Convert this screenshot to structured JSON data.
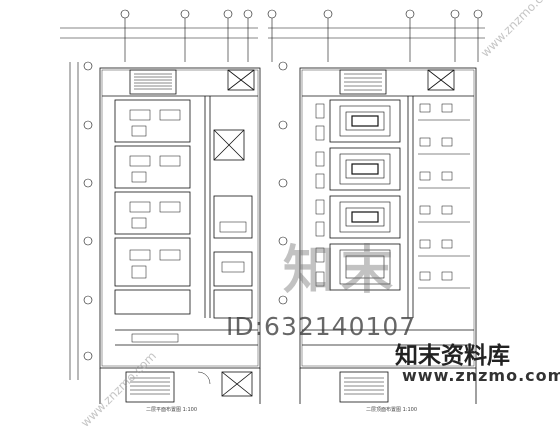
{
  "drawing": {
    "plans": [
      {
        "id": "left-plan",
        "caption": "二层平面布置图  1:100",
        "rooms": [
          {
            "id": "r1",
            "kind": "room"
          },
          {
            "id": "r2",
            "kind": "room"
          },
          {
            "id": "r3",
            "kind": "room"
          },
          {
            "id": "r4",
            "kind": "room"
          },
          {
            "id": "r5",
            "kind": "room"
          }
        ]
      },
      {
        "id": "right-plan",
        "caption": "二层顶面布置图  1:100",
        "rooms": [
          {
            "id": "c1",
            "kind": "ceiling"
          },
          {
            "id": "c2",
            "kind": "ceiling"
          },
          {
            "id": "c3",
            "kind": "ceiling"
          },
          {
            "id": "c4",
            "kind": "ceiling"
          }
        ]
      }
    ],
    "line_color": "#111111"
  },
  "watermarks": {
    "big": "知末",
    "id_text": "ID:632140107",
    "brand": "知末资料库",
    "url": "www.znzmo.com",
    "corner_tr": "www.znzmo.com",
    "corner_bl": "www.znzmo.com"
  }
}
